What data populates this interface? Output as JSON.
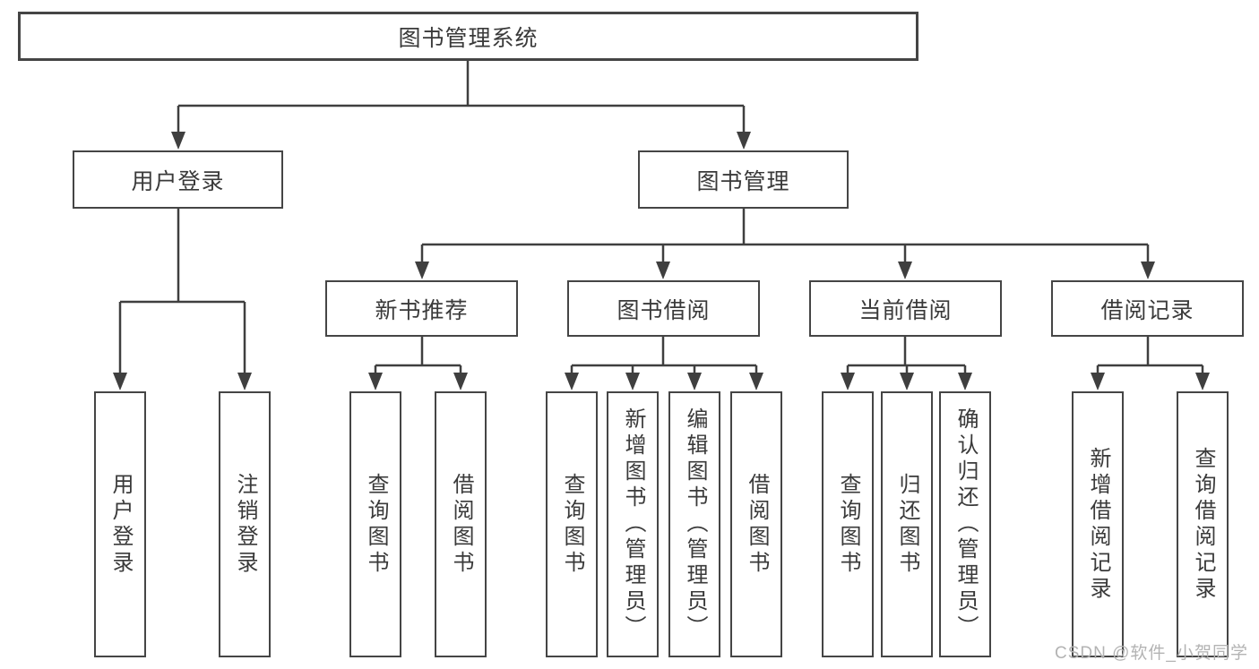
{
  "diagram": {
    "type": "hierarchy-tree",
    "nodes": {
      "root": {
        "label": "图书管理系统"
      },
      "user_login": {
        "label": "用户登录"
      },
      "book_mgmt": {
        "label": "图书管理"
      },
      "new_book": {
        "label": "新书推荐"
      },
      "book_borrow": {
        "label": "图书借阅"
      },
      "current_borrow": {
        "label": "当前借阅"
      },
      "borrow_record": {
        "label": "借阅记录"
      },
      "leaf_login": {
        "label": "用户登录"
      },
      "leaf_logout": {
        "label": "注销登录"
      },
      "leaf_nb_query": {
        "label": "查询图书"
      },
      "leaf_nb_borrow": {
        "label": "借阅图书"
      },
      "leaf_bb_query": {
        "label": "查询图书"
      },
      "leaf_bb_add": {
        "label": "新增图书（管理员）"
      },
      "leaf_bb_edit": {
        "label": "编辑图书（管理员）"
      },
      "leaf_bb_borrow": {
        "label": "借阅图书"
      },
      "leaf_cb_query": {
        "label": "查询图书"
      },
      "leaf_cb_return": {
        "label": "归还图书"
      },
      "leaf_cb_confirm": {
        "label": "确认归还（管理员）"
      },
      "leaf_br_add": {
        "label": "新增借阅记录"
      },
      "leaf_br_query": {
        "label": "查询借阅记录"
      }
    },
    "hierarchy": {
      "图书管理系统": {
        "用户登录": [
          "用户登录",
          "注销登录"
        ],
        "图书管理": {
          "新书推荐": [
            "查询图书",
            "借阅图书"
          ],
          "图书借阅": [
            "查询图书",
            "新增图书（管理员）",
            "编辑图书（管理员）",
            "借阅图书"
          ],
          "当前借阅": [
            "查询图书",
            "归还图书",
            "确认归还（管理员）"
          ],
          "借阅记录": [
            "新增借阅记录",
            "查询借阅记录"
          ]
        }
      }
    }
  },
  "watermark": {
    "text": "CSDN @软件_小贺同学"
  },
  "colors": {
    "background": "#ffffff",
    "box_border": "#454545",
    "line": "#3f3f3f",
    "text": "#3a3a3a",
    "watermark": "#b3b3b3"
  }
}
